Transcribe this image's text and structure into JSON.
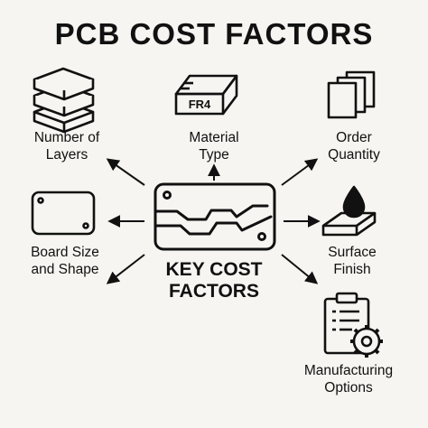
{
  "title": "PCB COST FACTORS",
  "center": {
    "line1": "KEY COST",
    "line2": "FACTORS"
  },
  "factors": [
    {
      "line1": "Number of",
      "line2": "Layers",
      "icon": "layers-stack-icon"
    },
    {
      "line1": "Material",
      "line2": "Type",
      "icon": "fr4-block-icon",
      "icon_text": "FR4"
    },
    {
      "line1": "Order",
      "line2": "Quantity",
      "icon": "stacked-sheets-icon"
    },
    {
      "line1": "Board Size",
      "line2": "and Shape",
      "icon": "board-outline-icon"
    },
    {
      "line1": "Surface",
      "line2": "Finish",
      "icon": "droplet-on-board-icon"
    },
    {
      "line1": "Manufacturing",
      "line2": "Options",
      "icon": "clipboard-gear-icon"
    }
  ],
  "colors": {
    "background": "#f6f5f1",
    "ink": "#111111"
  }
}
